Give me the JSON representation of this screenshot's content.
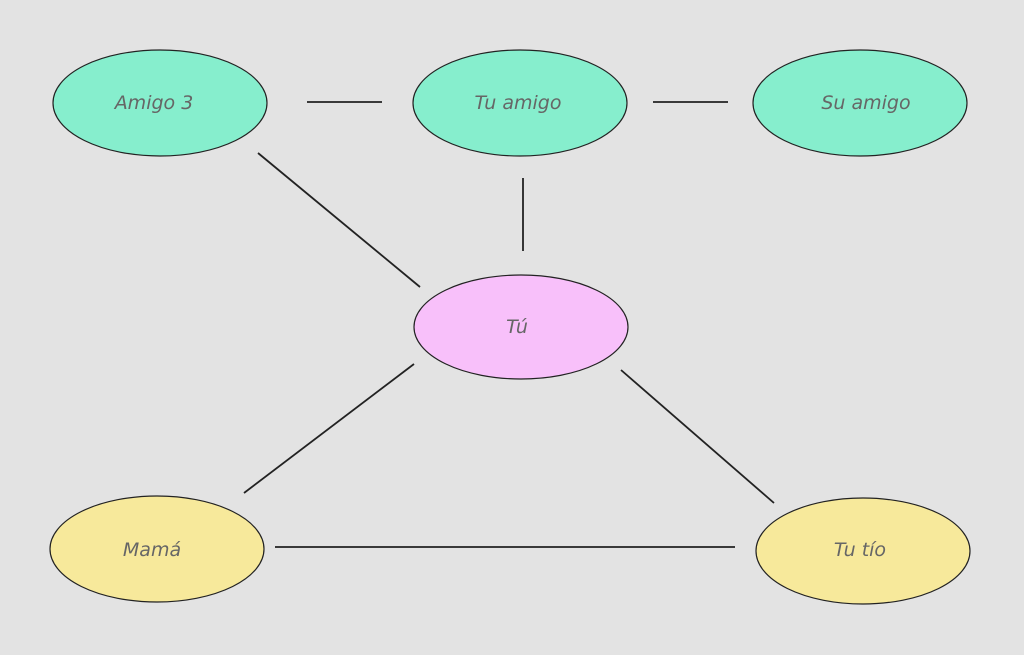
{
  "colors": {
    "background": "#e3e3e3",
    "friend_node": "#86eecd",
    "self_node": "#f8c0fa",
    "family_node": "#f7e99b",
    "stroke": "#222222",
    "label": "#666666"
  },
  "nodes": {
    "amigo3": {
      "label": "Amigo 3",
      "group": "friend"
    },
    "tu_amigo": {
      "label": "Tu amigo",
      "group": "friend"
    },
    "su_amigo": {
      "label": "Su amigo",
      "group": "friend"
    },
    "tu": {
      "label": "Tú",
      "group": "self"
    },
    "mama": {
      "label": "Mamá",
      "group": "family"
    },
    "tu_tio": {
      "label": "Tu tío",
      "group": "family"
    }
  },
  "edges": [
    {
      "from": "amigo3",
      "to": "tu_amigo"
    },
    {
      "from": "tu_amigo",
      "to": "su_amigo"
    },
    {
      "from": "amigo3",
      "to": "tu"
    },
    {
      "from": "tu_amigo",
      "to": "tu"
    },
    {
      "from": "tu",
      "to": "mama"
    },
    {
      "from": "tu",
      "to": "tu_tio"
    },
    {
      "from": "mama",
      "to": "tu_tio"
    }
  ]
}
